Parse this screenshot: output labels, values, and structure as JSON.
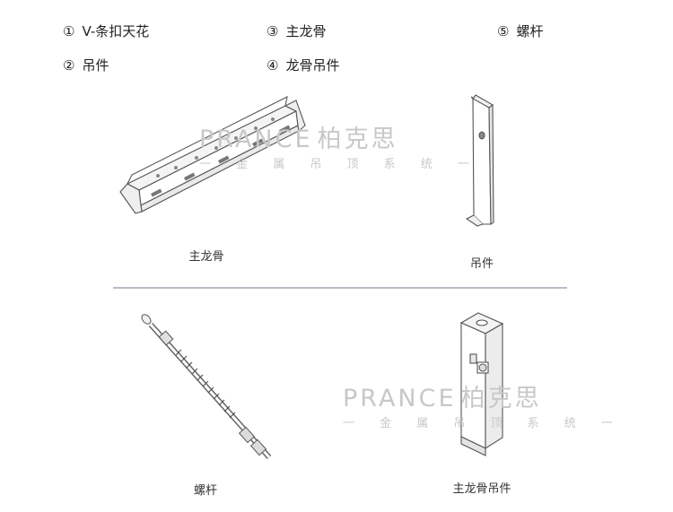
{
  "legend": [
    {
      "num": "①",
      "label": "V-条扣天花"
    },
    {
      "num": "②",
      "label": "吊件"
    },
    {
      "num": "③",
      "label": "主龙骨"
    },
    {
      "num": "④",
      "label": "龙骨吊件"
    },
    {
      "num": "⑤",
      "label": "螺杆"
    }
  ],
  "captions": {
    "main_keel": "主龙骨",
    "hanger": "吊件",
    "screw_rod": "螺杆",
    "keel_hanger": "主龙骨吊件"
  },
  "watermark": {
    "brand_latin": "PRANCE",
    "brand_cn": "柏克思",
    "sub": "一 金 属 吊 顶 系 统 一"
  }
}
